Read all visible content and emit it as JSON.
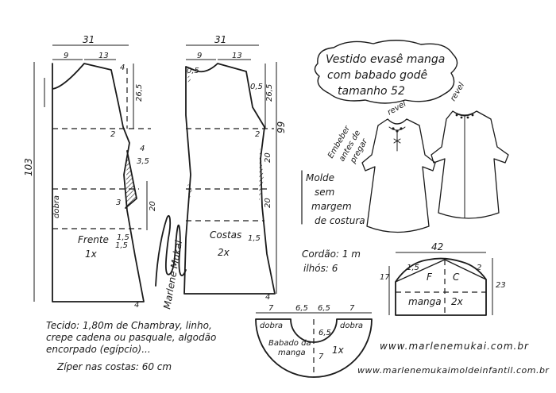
{
  "title": {
    "line1": "Vestido evasê manga",
    "line2": "com babado godê",
    "line3": "tamanho 52"
  },
  "front": {
    "name": "Frente",
    "qty": "1x",
    "fold": "dobra",
    "dims": {
      "width": "31",
      "neck": "9",
      "shoulder": "13",
      "drop_right": "4",
      "armhole": "26,5",
      "length": "103",
      "a": "2",
      "b": "4",
      "c": "3,5",
      "d": "20",
      "e": "3",
      "f": "1,5",
      "g": "4",
      "h": "1,5"
    }
  },
  "back": {
    "name": "Costas",
    "qty": "2x",
    "dims": {
      "width": "31",
      "neck": "9",
      "shoulder": "13",
      "a": "0,5",
      "b": "0,5",
      "armhole": "26,5",
      "length": "99",
      "c": "2",
      "d": "20",
      "e": "20",
      "f": "1,5",
      "g": "4"
    }
  },
  "sleeve": {
    "name_left": "F",
    "name_right": "C",
    "label": "manga",
    "qty": "2x",
    "dims": {
      "width": "42",
      "top_left": "1,5",
      "top_right": "2",
      "height_left": "17",
      "height_right": "23"
    }
  },
  "ruffle": {
    "label_line1": "Babado da",
    "label_line2": "manga",
    "qty": "1x",
    "fold_left": "dobra",
    "fold_right": "dobra",
    "dims": {
      "outer_left": "7",
      "inner_left": "6,5",
      "inner_right": "6,5",
      "outer_right": "7",
      "r1": "6,5",
      "r2": "7"
    }
  },
  "dress": {
    "note1": "Embeber",
    "note2": "antes de",
    "note3": "pregar",
    "trim_front": "revel",
    "trim_back": "revel"
  },
  "mold_note": {
    "line1": "Molde",
    "line2": "sem",
    "line3": "margem",
    "line4": "de costura"
  },
  "extras": {
    "cord": "Cordão: 1 m",
    "eyelets": "ilhós: 6"
  },
  "fabric": {
    "line1": "Tecido: 1,80m de Chambray, linho,",
    "line2": "crepe cadena ou pasquale, algodão",
    "line3": "encorpado (egípcio)...",
    "line4": "Zíper nas costas: 60 cm"
  },
  "urls": {
    "site1": "www.marlenemukai.com.br",
    "site2": "www.marlenemukaimoldeinfantil.com.br"
  },
  "signature": "Marlene Mukai"
}
